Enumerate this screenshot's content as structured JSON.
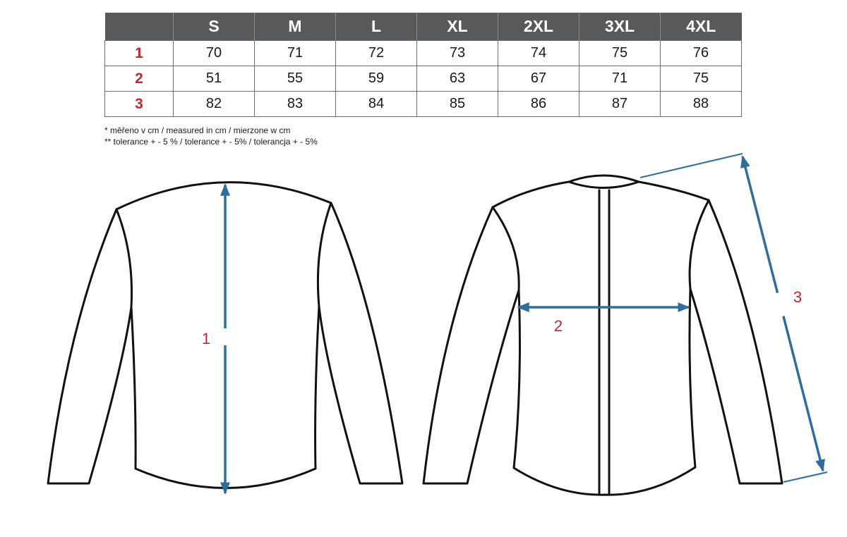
{
  "table": {
    "header": [
      "",
      "S",
      "M",
      "L",
      "XL",
      "2XL",
      "3XL",
      "4XL"
    ],
    "rows": [
      {
        "label": "1",
        "values": [
          "70",
          "71",
          "72",
          "73",
          "74",
          "75",
          "76"
        ]
      },
      {
        "label": "2",
        "values": [
          "51",
          "55",
          "59",
          "63",
          "67",
          "71",
          "75"
        ]
      },
      {
        "label": "3",
        "values": [
          "82",
          "83",
          "84",
          "85",
          "86",
          "87",
          "88"
        ]
      }
    ]
  },
  "notes": {
    "line1": "* měřeno v cm / measured in cm / mierzone w cm",
    "line2": "** tolerance + - 5 % / tolerance + - 5% / tolerancja + - 5%"
  },
  "diagram": {
    "measure_1": "1",
    "measure_2": "2",
    "measure_3": "3",
    "outline_color": "#111111",
    "arrow_color": "#2e6e9e",
    "label_color": "#c1272d"
  }
}
